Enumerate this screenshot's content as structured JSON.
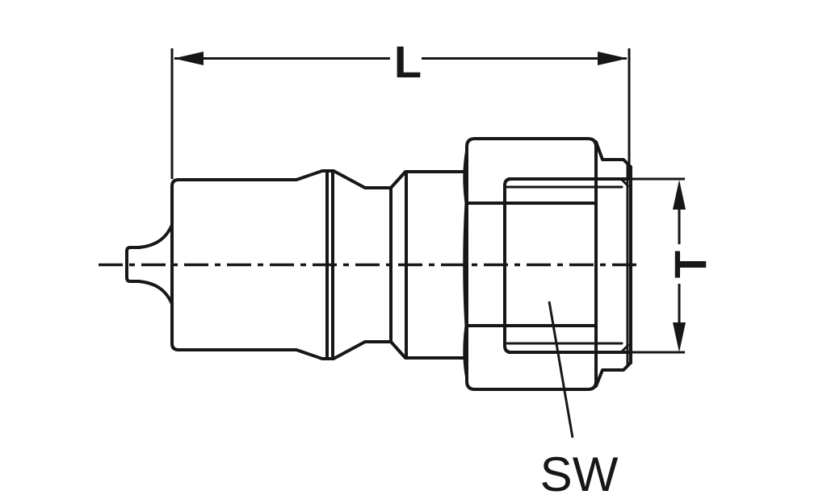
{
  "figure": {
    "labels": {
      "length": "L",
      "thread": "T",
      "wrench": "SW"
    },
    "colors": {
      "line": "#171717",
      "background": "#ffffff"
    }
  }
}
